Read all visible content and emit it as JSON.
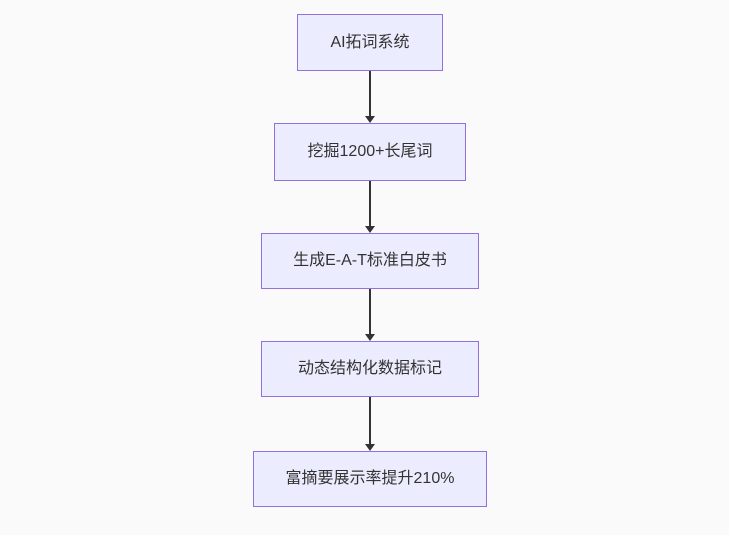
{
  "diagram": {
    "type": "flowchart",
    "direction": "top-down",
    "nodes": [
      {
        "id": "A",
        "label": "AI拓词系统"
      },
      {
        "id": "B",
        "label": "挖掘1200+长尾词"
      },
      {
        "id": "C",
        "label": "生成E-A-T标准白皮书"
      },
      {
        "id": "D",
        "label": "动态结构化数据标记"
      },
      {
        "id": "E",
        "label": "富摘要展示率提升210%"
      }
    ],
    "edges": [
      {
        "from": "A",
        "to": "B"
      },
      {
        "from": "B",
        "to": "C"
      },
      {
        "from": "C",
        "to": "D"
      },
      {
        "from": "D",
        "to": "E"
      }
    ],
    "colors": {
      "background": "#fafafa",
      "node_fill": "#ECECFF",
      "node_border": "#9370DB",
      "edge": "#333333",
      "text": "#333333"
    }
  }
}
